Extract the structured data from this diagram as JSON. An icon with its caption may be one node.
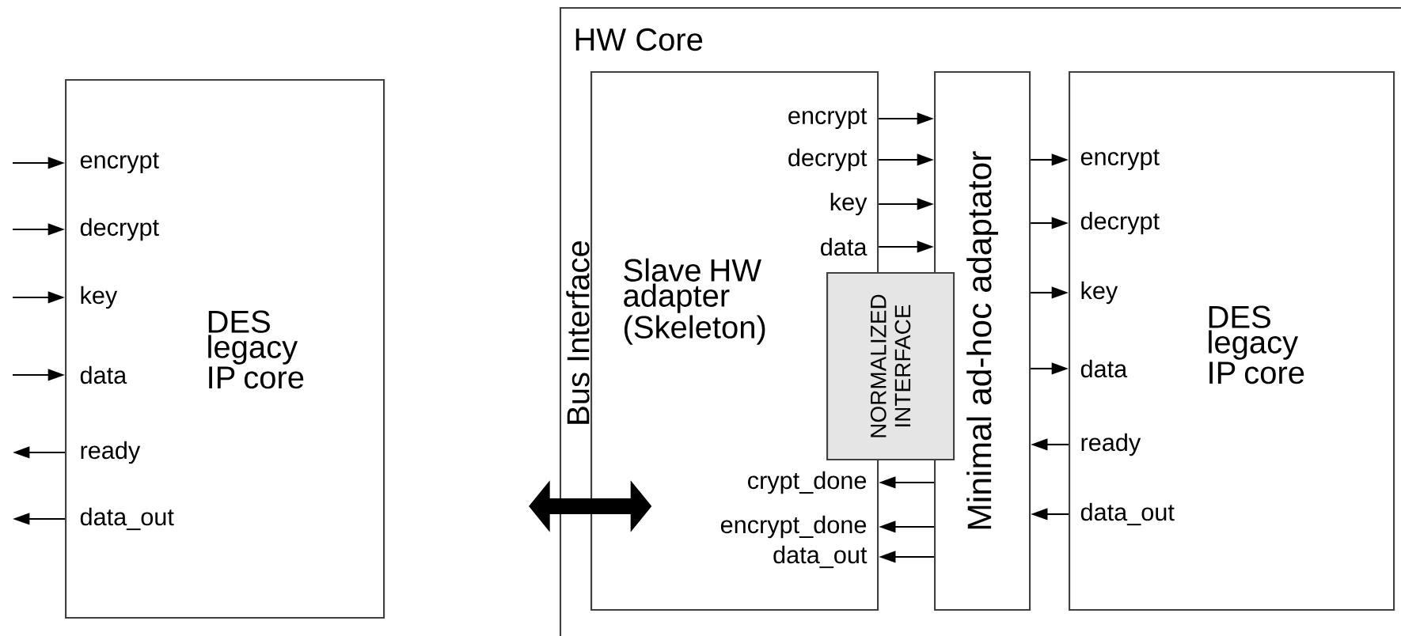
{
  "diagram": {
    "nodes": [
      {
        "text": [
          "DES legacy IP core"
        ]
      },
      {
        "text": [
          "HW Core"
        ]
      },
      {
        "text": [
          "Slave HW adapter (Skeleton)"
        ],
        "beside": [
          "Bus Interface"
        ],
        "in": 1
      },
      {
        "text": [
          "Minimal ad-hoc adaptator"
        ],
        "in": 1
      },
      {
        "text": [
          "NORMALIZED INTERFACE"
        ],
        "in": 1
      },
      {
        "text": [
          "DES legacy IP core"
        ],
        "in": 1
      }
    ],
    "edges": [
      {
        "from": null,
        "to": 0,
        "arrow": "to"
      },
      {
        "from": null,
        "to": 0,
        "arrow": "to"
      },
      {
        "from": null,
        "to": 0,
        "arrow": "to"
      },
      {
        "from": null,
        "to": 0,
        "arrow": "to"
      },
      {
        "from": 0,
        "to": null,
        "arrow": "to"
      },
      {
        "from": 0,
        "to": null,
        "arrow": "to"
      },
      {
        "from": null,
        "to": 2,
        "arrow": "both",
        "style": "thick"
      },
      {
        "from": 2,
        "to": 3,
        "arrow": "to"
      },
      {
        "from": 2,
        "to": 3,
        "arrow": "to"
      },
      {
        "from": 2,
        "to": 3,
        "arrow": "to"
      },
      {
        "from": 2,
        "to": 3,
        "arrow": "to"
      },
      {
        "from": 3,
        "to": 2,
        "arrow": "to"
      },
      {
        "from": 3,
        "to": 2,
        "arrow": "to"
      },
      {
        "from": 3,
        "to": 2,
        "arrow": "to"
      },
      {
        "from": 3,
        "to": 5,
        "arrow": "to"
      },
      {
        "from": 3,
        "to": 5,
        "arrow": "to"
      },
      {
        "from": 3,
        "to": 5,
        "arrow": "to"
      },
      {
        "from": 3,
        "to": 5,
        "arrow": "to"
      },
      {
        "from": 5,
        "to": 3,
        "arrow": "to"
      },
      {
        "from": 5,
        "to": 3,
        "arrow": "to"
      }
    ],
    "labels": [
      "encrypt",
      "decrypt",
      "key",
      "data",
      "ready",
      "data_out",
      "encrypt",
      "decrypt",
      "key",
      "data",
      "crypt_done",
      "encrypt_done",
      "data_out",
      "encrypt",
      "decrypt",
      "key",
      "data",
      "ready",
      "data_out"
    ]
  }
}
